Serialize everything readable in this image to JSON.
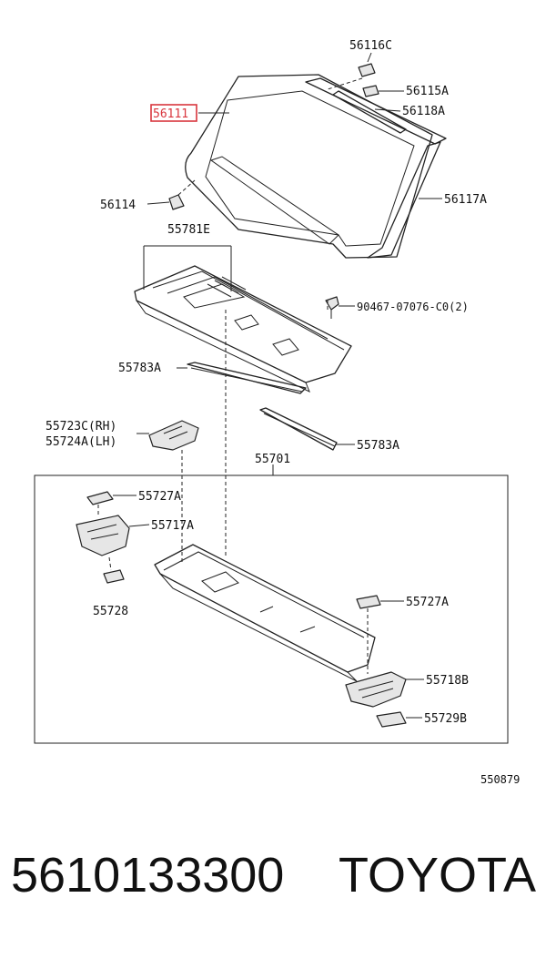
{
  "diagram": {
    "callouts": {
      "p56116C": "56116C",
      "p56111": "56111",
      "p56115A": "56115A",
      "p56118A": "56118A",
      "p56114": "56114",
      "p56117A": "56117A",
      "p55781E": "55781E",
      "p90467": "90467-07076-C0(2)",
      "p55783A_upper": "55783A",
      "p55723C": "55723C(RH)",
      "p55724A": "55724A(LH)",
      "p55783A_lower": "55783A",
      "p55701": "55701",
      "p55727A_left": "55727A",
      "p55717A": "55717A",
      "p55728": "55728",
      "p55727A_right": "55727A",
      "p55718B": "55718B",
      "p55729B": "55729B",
      "ref_code": "550879"
    },
    "highlight_color": "#d9363e"
  },
  "footer": {
    "part_number": "5610133300",
    "brand": "TOYOTA"
  }
}
